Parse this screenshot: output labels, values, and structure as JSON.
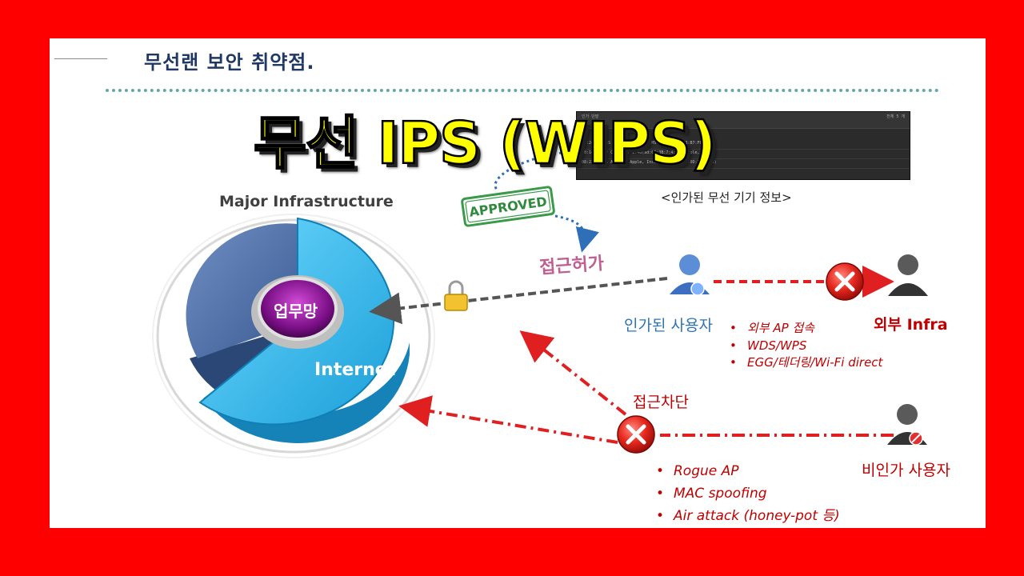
{
  "slide": {
    "section_title": "무선랜 보안 취약점.",
    "headline": "무선 IPS (WIPS)"
  },
  "screenshot_panel": {
    "header_text": "인가 단말",
    "sub_header": "전체 5 개",
    "rows": [
      "14:24:05 BSS   AIRET(COMPUTER)   MS-net(0F:8F:D3:B7:F0:EF)",
      "10:14:38 AP CP   AIRET 2.4G(ad:0F:3B:7:4:D0)   Apple, Inc.",
      "08:22:03 TA   Ahn Lab   Apple, Inc.   ubuntu(0D:0F:0D:1B:8:2B)"
    ],
    "caption": "<인가된 무선 기기 정보>"
  },
  "infrastructure": {
    "title": "Major Infrastructure",
    "core_label": "업무망",
    "outer_label": "Internet"
  },
  "approval": {
    "stamp_text": "APPROVED",
    "label": "접근허가"
  },
  "authorized_user": {
    "label": "인가된 사용자",
    "items": [
      "외부 AP 접속",
      "WDS/WPS",
      "EGG/테더링/Wi-Fi direct"
    ]
  },
  "external": {
    "label": "외부 Infra"
  },
  "blocking": {
    "label": "접근차단",
    "items": [
      "Rogue AP",
      "MAC spoofing",
      "Air attack (honey-pot 등)"
    ]
  },
  "unauthorized_user": {
    "label": "비인가 사용자"
  },
  "colors": {
    "frame": "#ff0000",
    "headline_fill": "#ffff00",
    "danger": "#e02020",
    "authorized_blue": "#2e74b5",
    "pie_cyan": "#29b6e8",
    "pie_navy": "#4a6fa5"
  }
}
